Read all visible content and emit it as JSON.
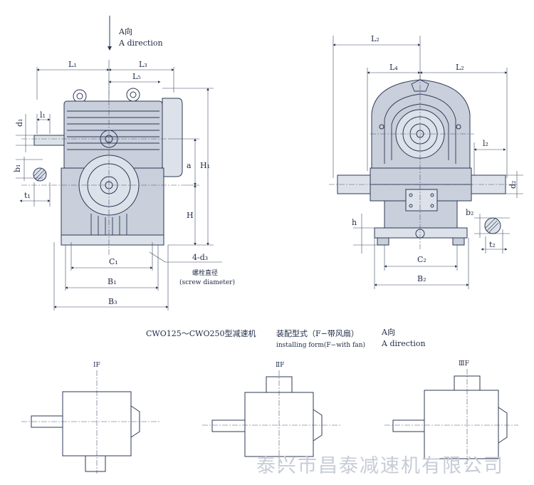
{
  "header": {
    "direction_cn": "A向",
    "direction_en": "A direction"
  },
  "left_view": {
    "dims": {
      "L1": "L₁",
      "L3": "L₃",
      "L5": "L₅",
      "d1": "d₁",
      "l1": "l₁",
      "b1": "b₁",
      "t1": "t₁",
      "a": "a",
      "H1": "H₁",
      "H": "H",
      "C1": "C₁",
      "B1": "B₁",
      "B3": "B₃",
      "bolt": "4-d₃"
    },
    "bolt_note_cn": "螺栓直径",
    "bolt_note_en": "(screw diameter)"
  },
  "right_view": {
    "dims": {
      "L2_top": "L₂",
      "L4": "L₄",
      "L2": "L₂",
      "l2": "l₂",
      "d2": "d₂",
      "b2": "b₂",
      "t2": "t₂",
      "h": "h",
      "C2": "C₂",
      "B2": "B₂"
    }
  },
  "caption": {
    "model": "CWO125～CWO250型减速机",
    "form_cn": "装配型式（F−带风扇）",
    "form_en": "installing form(F−with fan)",
    "dir_cn": "A向",
    "dir_en": "A direction"
  },
  "forms": [
    {
      "label": "ⅠF"
    },
    {
      "label": "ⅡF"
    },
    {
      "label": "ⅢF"
    }
  ],
  "watermark": "泰兴市昌泰减速机有限公司",
  "colors": {
    "ink": "#1d2a44",
    "body": "#c9cfdb",
    "watermark": "#c7ccd6"
  }
}
